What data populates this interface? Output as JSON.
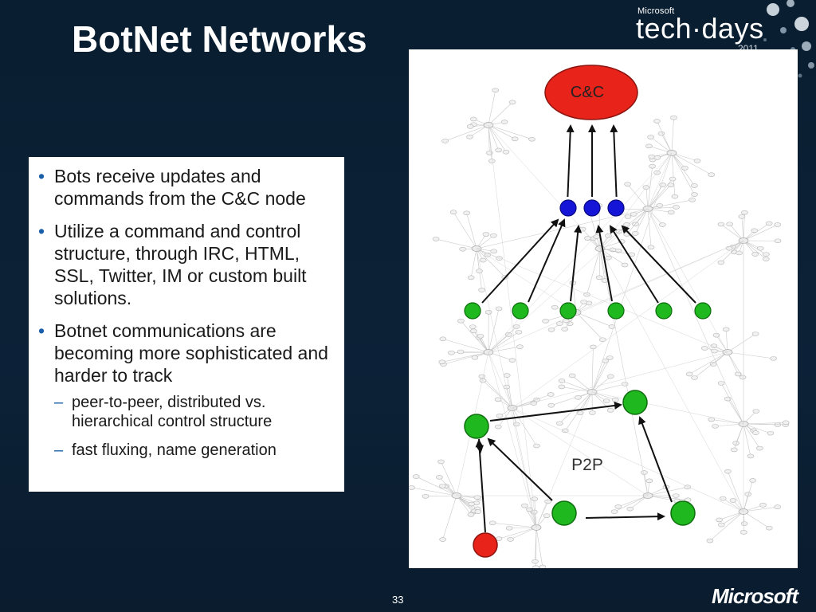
{
  "slide": {
    "title": "BotNet Networks",
    "page_number": "33"
  },
  "brand": {
    "company": "Microsoft",
    "event": "tech·days",
    "year": "2011",
    "footer_logo": "Microsoft"
  },
  "bullets": [
    {
      "text": "Bots receive updates and commands from the C&C node"
    },
    {
      "text": "Utilize a command and control structure, through IRC, HTML, SSL, Twitter, IM or custom built solutions."
    },
    {
      "text": "Botnet communications are becoming more sophisticated and harder to track",
      "sub": [
        {
          "text": "peer-to-peer, distributed vs. hierarchical control structure"
        },
        {
          "text": "fast fluxing, name generation"
        }
      ]
    }
  ],
  "bullet_symbol": "•",
  "sub_bullet_symbol": "–",
  "diagram": {
    "cc_label": "C&C",
    "p2p_label": "P2P",
    "colors": {
      "cc": "#e8231a",
      "relay": "#1515d8",
      "bot": "#1fb81f",
      "infected": "#e8231a"
    }
  },
  "colors": {
    "background": "#0b1f33",
    "accent": "#1b5fa8"
  }
}
